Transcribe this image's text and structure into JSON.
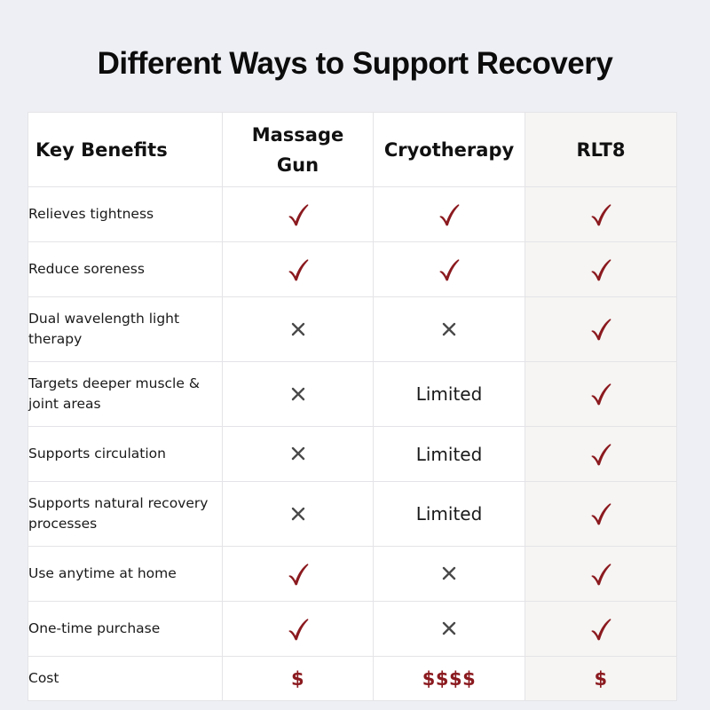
{
  "title": "Different Ways to Support Recovery",
  "colors": {
    "accent": "#8b1a1f",
    "cross": "#4a4a4a",
    "highlight_column": "#f6f5f3",
    "background": "#eeeff4"
  },
  "table": {
    "headers": [
      "Key Benefits",
      "Massage Gun",
      "Cryotherapy",
      "RLT8"
    ],
    "rows": [
      {
        "feature": "Relieves tightness",
        "massage_gun": "check",
        "cryotherapy": "check",
        "rlt8": "check"
      },
      {
        "feature": "Reduce soreness",
        "massage_gun": "check",
        "cryotherapy": "check",
        "rlt8": "check"
      },
      {
        "feature": "Dual wavelength light therapy",
        "massage_gun": "cross",
        "cryotherapy": "cross",
        "rlt8": "check"
      },
      {
        "feature": "Targets deeper muscle & joint areas",
        "massage_gun": "cross",
        "cryotherapy": "Limited",
        "rlt8": "check"
      },
      {
        "feature": "Supports circulation",
        "massage_gun": "cross",
        "cryotherapy": "Limited",
        "rlt8": "check"
      },
      {
        "feature": "Supports natural recovery processes",
        "massage_gun": "cross",
        "cryotherapy": "Limited",
        "rlt8": "check"
      },
      {
        "feature": "Use anytime at home",
        "massage_gun": "check",
        "cryotherapy": "cross",
        "rlt8": "check"
      },
      {
        "feature": "One-time purchase",
        "massage_gun": "check",
        "cryotherapy": "cross",
        "rlt8": "check"
      },
      {
        "feature": "Cost",
        "massage_gun": "$",
        "cryotherapy": "$$$$",
        "rlt8": "$"
      }
    ]
  }
}
